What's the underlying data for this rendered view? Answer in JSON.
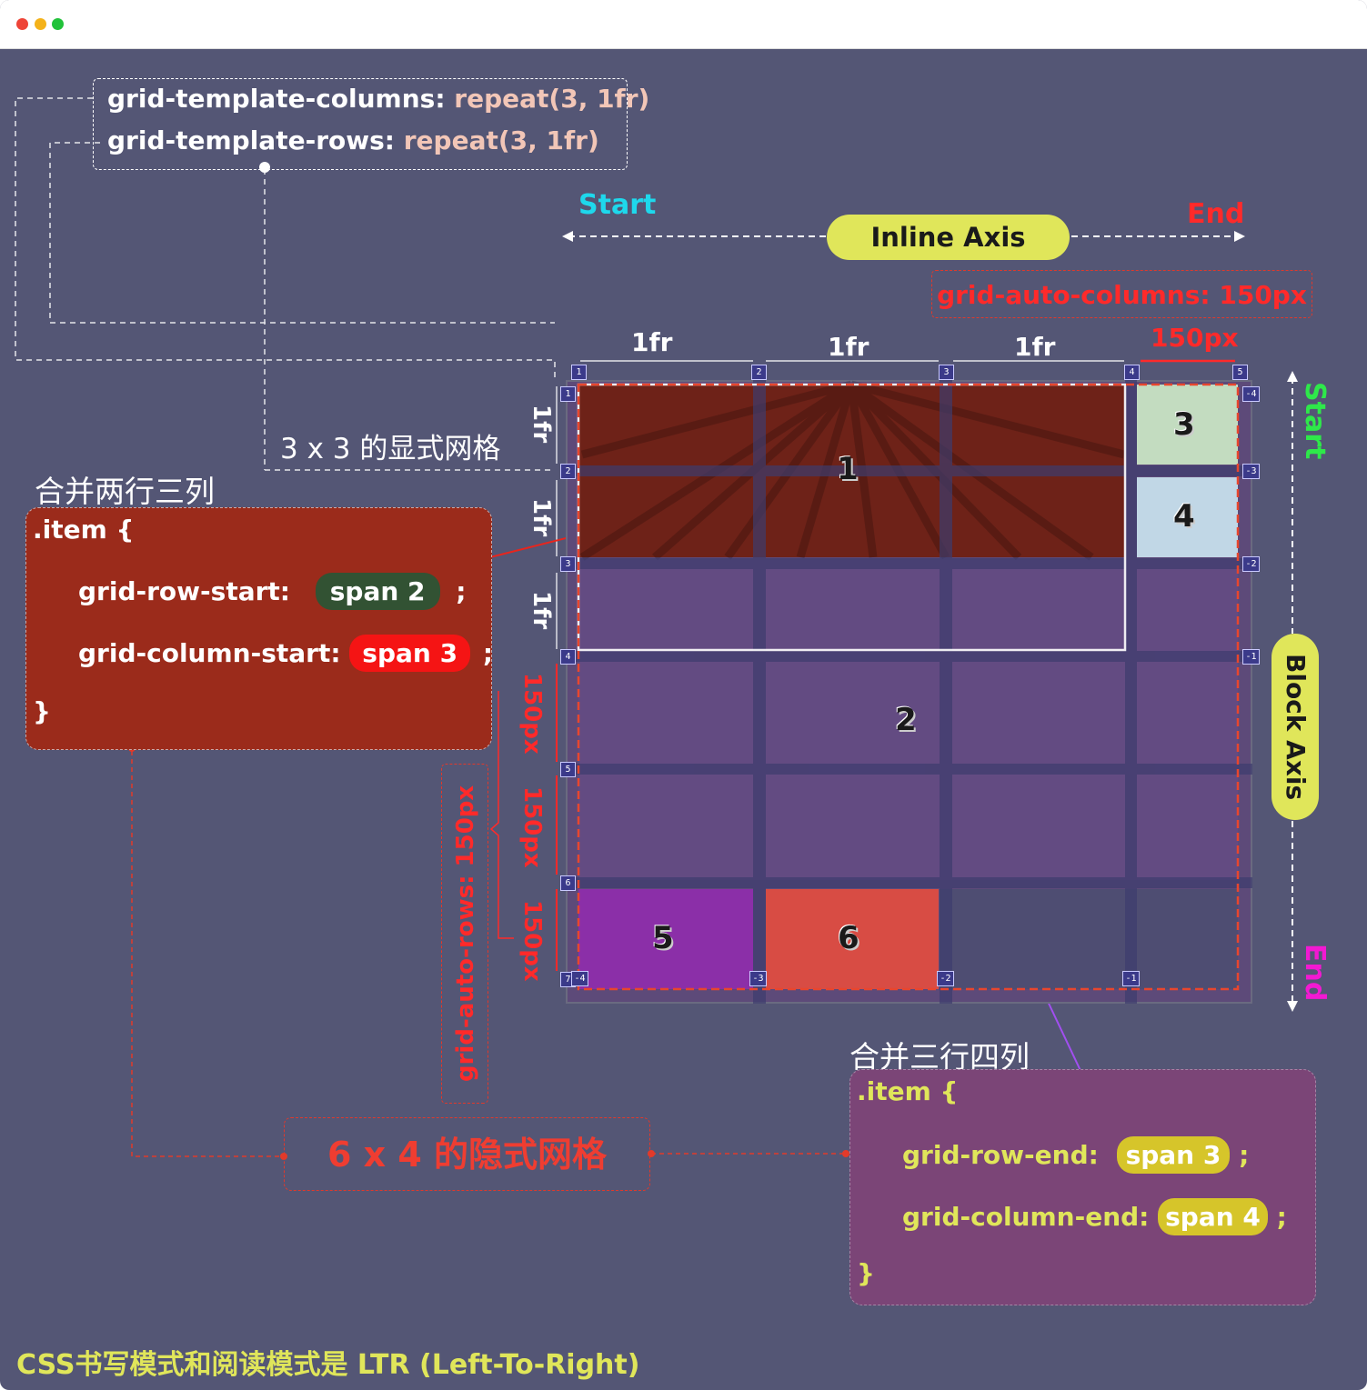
{
  "window": {
    "controls": {
      "close_color": "#ee4437",
      "minimize_color": "#f4b21a",
      "maximize_color": "#21c23a"
    }
  },
  "explicit_code": {
    "line1_prop": "grid-template-columns:",
    "line1_val": "repeat(3,  1fr)",
    "line2_prop": "grid-template-rows:",
    "line2_val": "repeat(3,  1fr)"
  },
  "explicit_label": "3 x 3 的显式网格",
  "implicit_label": "6 x 4 的隐式网格",
  "inline_axis": {
    "start": "Start",
    "end": "End",
    "label": "Inline Axis"
  },
  "block_axis": {
    "start": "Start",
    "end": "End",
    "label": "Block Axis"
  },
  "auto_columns_label": "grid-auto-columns: 150px",
  "auto_rows_label": "grid-auto-rows: 150px",
  "col_tracks": [
    "1fr",
    "1fr",
    "1fr",
    "150px"
  ],
  "row_tracks": [
    "1fr",
    "1fr",
    "1fr",
    "150px",
    "150px",
    "150px"
  ],
  "col_lines_pos": [
    "1",
    "2",
    "3",
    "4",
    "5"
  ],
  "row_lines_pos": [
    "1",
    "2",
    "3",
    "4",
    "5",
    "6",
    "7"
  ],
  "col_lines_neg": [
    "-4",
    "-3",
    "-2",
    "-1"
  ],
  "row_lines_neg": [
    "-4",
    "-3",
    "-2",
    "-1"
  ],
  "items": [
    "1",
    "2",
    "3",
    "4",
    "5",
    "6"
  ],
  "item1_box": {
    "title": "合并两行三列",
    "selector": ".item {",
    "prop1": "grid-row-start:",
    "val1": "span  2",
    "prop2": "grid-column-start:",
    "val2": "span   3",
    "semicolon": ";",
    "close": "}"
  },
  "item2_box": {
    "title": "合并三行四列",
    "selector": ".item {",
    "prop1": "grid-row-end:",
    "val1": "span   3",
    "prop2": "grid-column-end:",
    "val2": "span    4",
    "semicolon": ";",
    "close": "}"
  },
  "footer": "CSS书写模式和阅读模式是 LTR (Left-To-Right)",
  "colors": {
    "background": "#545675",
    "item1": "#6e2218",
    "item2": "#634b82",
    "item3": "#c3dcc0",
    "item4": "#c1d7e6",
    "item5": "#8b2fa8",
    "item6": "#d84c44",
    "code1_bg": "#9b2b1b",
    "code2_bg": "#7b4577",
    "accent_yellow": "#e0e65a",
    "accent_red": "#ff2a2a",
    "start_cyan": "#1ed8ec",
    "start_green": "#2ee84a",
    "end_magenta": "#f219d2"
  }
}
